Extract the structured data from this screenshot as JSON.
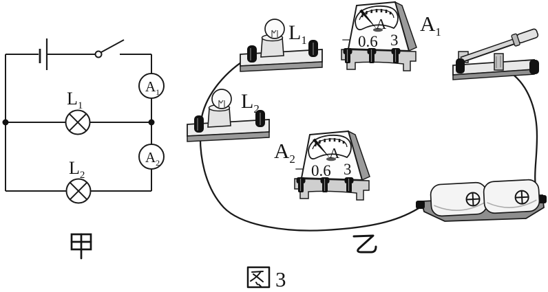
{
  "figure": {
    "caption_hanzi": "图",
    "caption_number": "3"
  },
  "palette": {
    "ink": "#1a1a1a",
    "paper": "#ffffff",
    "metal_light": "#e8e8e8",
    "metal_dark": "#8f8f8f"
  },
  "schematic": {
    "panel_label": "甲",
    "lamp1": {
      "letter": "L",
      "sub": "1"
    },
    "lamp2": {
      "letter": "L",
      "sub": "2"
    },
    "ammeter1": {
      "letter": "A",
      "sub": "1"
    },
    "ammeter2": {
      "letter": "A",
      "sub": "2"
    }
  },
  "pictorial": {
    "panel_label": "乙",
    "lamp1_label": {
      "letter": "L",
      "sub": "1"
    },
    "lamp2_label": {
      "letter": "L",
      "sub": "2"
    },
    "ammeter1_label": {
      "letter": "A",
      "sub": "1"
    },
    "ammeter2_label": {
      "letter": "A",
      "sub": "2"
    },
    "ammeter1_face": {
      "dial_letter": "A",
      "minus": "−",
      "range_low": "0.6",
      "range_high": "3"
    },
    "ammeter2_face": {
      "dial_letter": "A",
      "minus": "−",
      "range_low": "0.6",
      "range_high": "3"
    },
    "battery_polarity": "⊕"
  }
}
